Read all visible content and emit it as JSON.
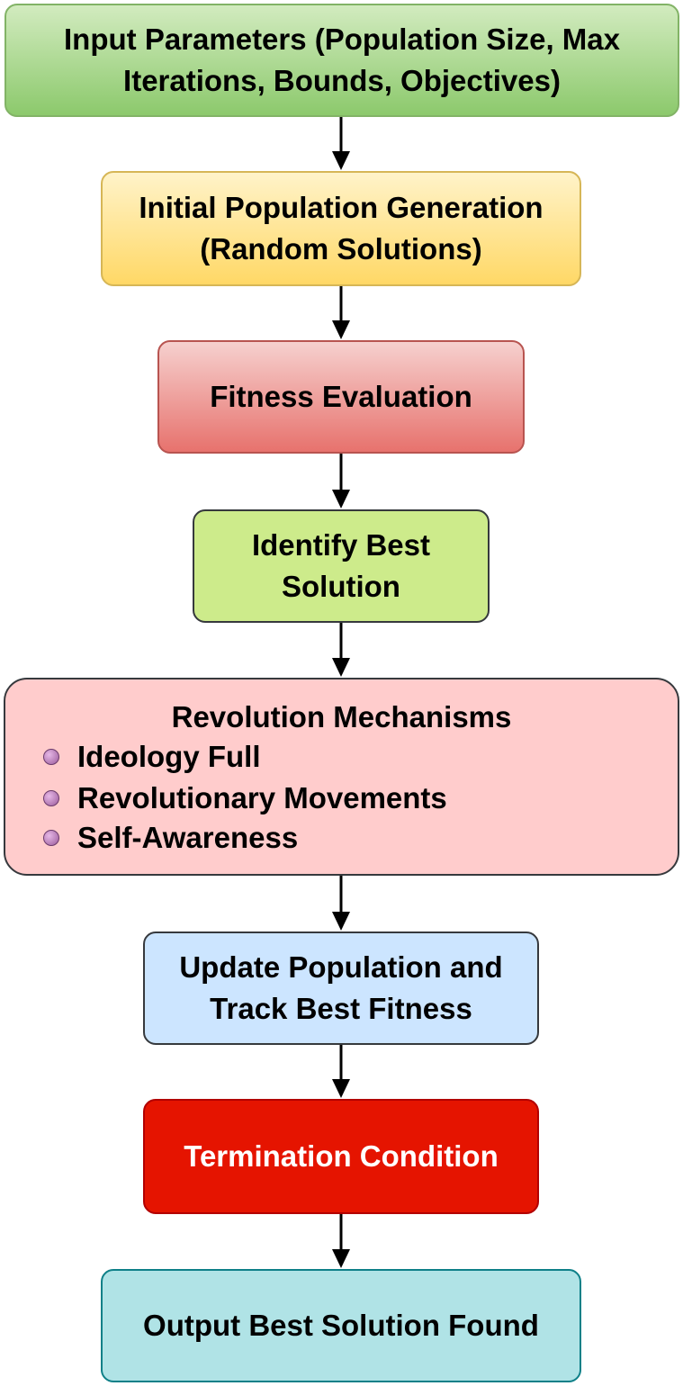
{
  "steps": {
    "input": {
      "line1": "Input Parameters (Population Size, Max",
      "line2": "Iterations, Bounds, Objectives)"
    },
    "init": {
      "line1": "Initial Population Generation",
      "line2": "(Random Solutions)"
    },
    "fitness": {
      "line1": "Fitness Evaluation"
    },
    "best": {
      "line1": "Identify Best",
      "line2": "Solution"
    },
    "revolution": {
      "title": "Revolution Mechanisms",
      "items": [
        "Ideology Full",
        "Revolutionary Movements",
        "Self-Awareness"
      ]
    },
    "update": {
      "line1": "Update Population and",
      "line2": "Track Best Fitness"
    },
    "termination": {
      "line1": "Termination Condition"
    },
    "output": {
      "line1": "Output Best Solution Found"
    }
  },
  "colors": {
    "input_fill": "#8cc96c",
    "init_fill": "#ffd866",
    "fitness_fill": "#e7726d",
    "best_fill": "#cdeb8b",
    "revolution_fill": "#ffcccc",
    "update_fill": "#cce5ff",
    "termination_fill": "#e51400",
    "output_fill": "#b0e3e6",
    "arrow": "#000000"
  }
}
